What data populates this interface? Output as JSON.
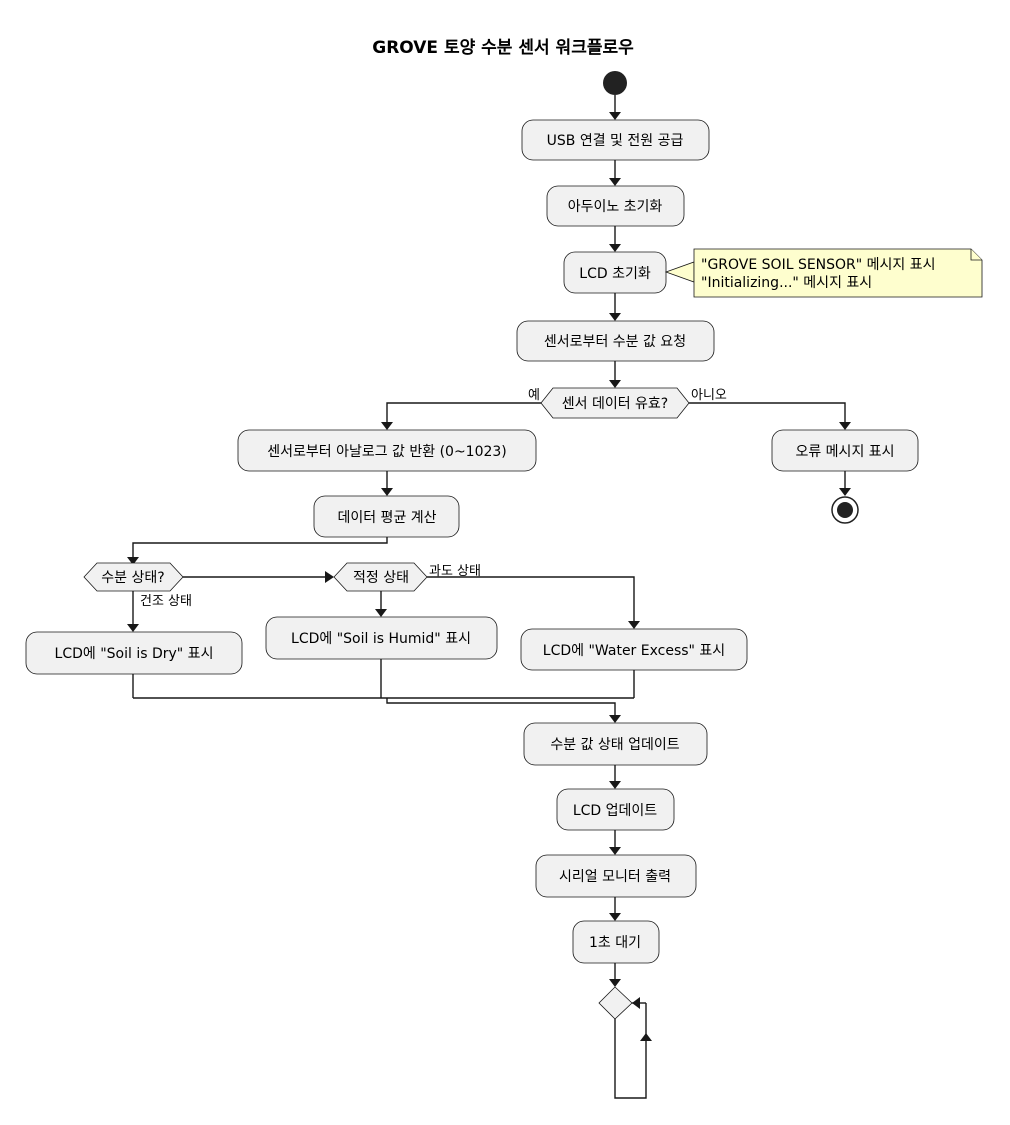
{
  "title": "GROVE 토양 수분 센서 워크플로우",
  "actions": {
    "usb": "USB 연결 및 전원 공급",
    "arduino_init": "아두이노 초기화",
    "lcd_init": "LCD 초기화",
    "request": "센서로부터 수분 값 요청",
    "analog": "센서로부터 아날로그 값 반환 (0~1023)",
    "error": "오류 메시지 표시",
    "average": "데이터 평균 계산",
    "dry": "LCD에 \"Soil is Dry\" 표시",
    "humid": "LCD에 \"Soil is Humid\" 표시",
    "excess": "LCD에 \"Water Excess\" 표시",
    "update_state": "수분 값 상태 업데이트",
    "lcd_update": "LCD 업데이트",
    "serial": "시리얼 모니터 출력",
    "wait": "1초 대기"
  },
  "note": {
    "line1": "\"GROVE SOIL SENSOR\" 메시지 표시",
    "line2": "\"Initializing...\" 메시지 표시"
  },
  "decisions": {
    "valid": "센서 데이터 유효?",
    "moisture": "수분 상태?",
    "proper": "적정 상태"
  },
  "edge_labels": {
    "yes": "예",
    "no": "아니오",
    "dry_state": "건조 상태",
    "excess_state": "과도 상태"
  }
}
